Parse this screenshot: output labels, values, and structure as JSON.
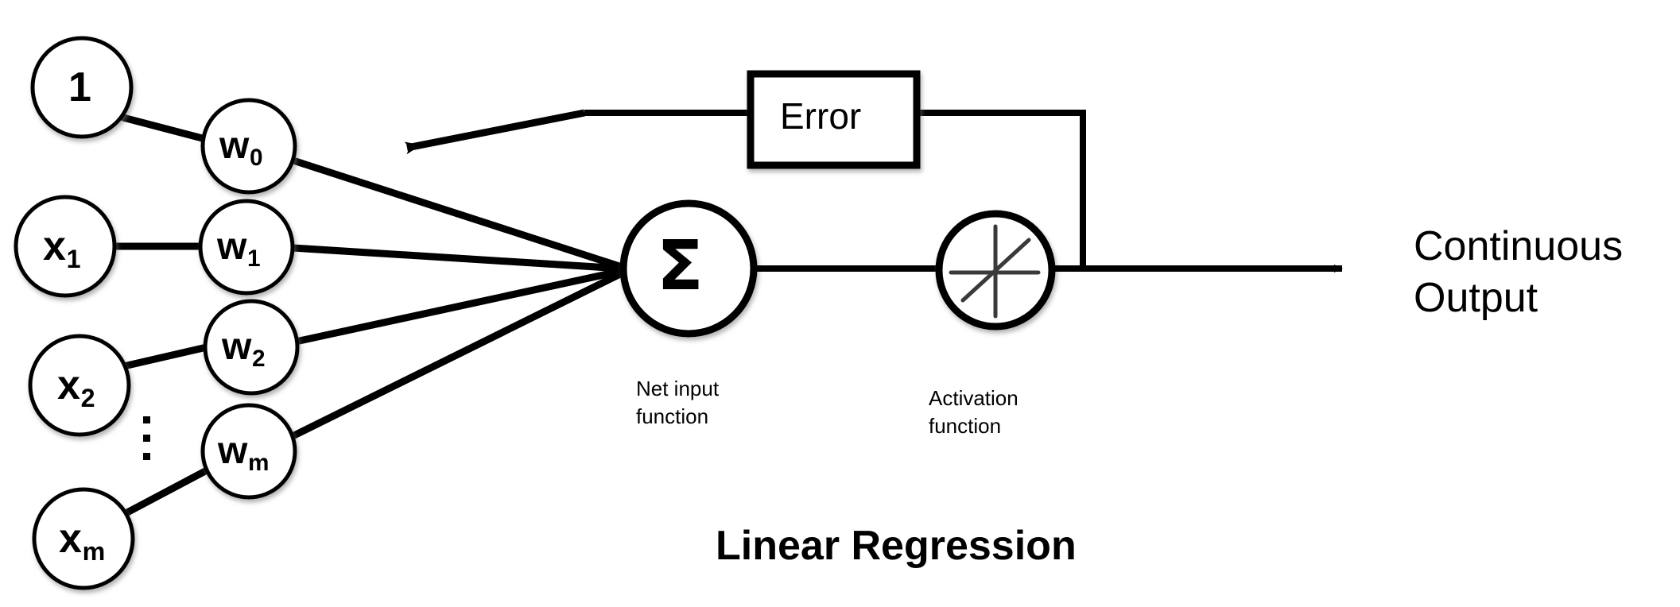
{
  "diagram": {
    "title": "Linear Regression",
    "inputs": [
      {
        "id": "bias",
        "base": "1",
        "sub": ""
      },
      {
        "id": "x1",
        "base": "x",
        "sub": "1"
      },
      {
        "id": "x2",
        "base": "x",
        "sub": "2"
      },
      {
        "id": "xm",
        "base": "x",
        "sub": "m"
      }
    ],
    "weights": [
      {
        "id": "w0",
        "base": "w",
        "sub": "0"
      },
      {
        "id": "w1",
        "base": "w",
        "sub": "1"
      },
      {
        "id": "w2",
        "base": "w",
        "sub": "2"
      },
      {
        "id": "wm",
        "base": "w",
        "sub": "m"
      }
    ],
    "ellipsis": "⋮",
    "net_input": {
      "symbol": "Σ",
      "caption_line1": "Net input",
      "caption_line2": "function"
    },
    "activation": {
      "symbol": "activation-starburst",
      "caption_line1": "Activation",
      "caption_line2": "function"
    },
    "error_box": {
      "label": "Error"
    },
    "output": {
      "line1": "Continuous",
      "line2": "Output"
    },
    "colors": {
      "stroke": "#000000",
      "background": "#ffffff",
      "activation_glyph": "#3a3a3a"
    }
  }
}
